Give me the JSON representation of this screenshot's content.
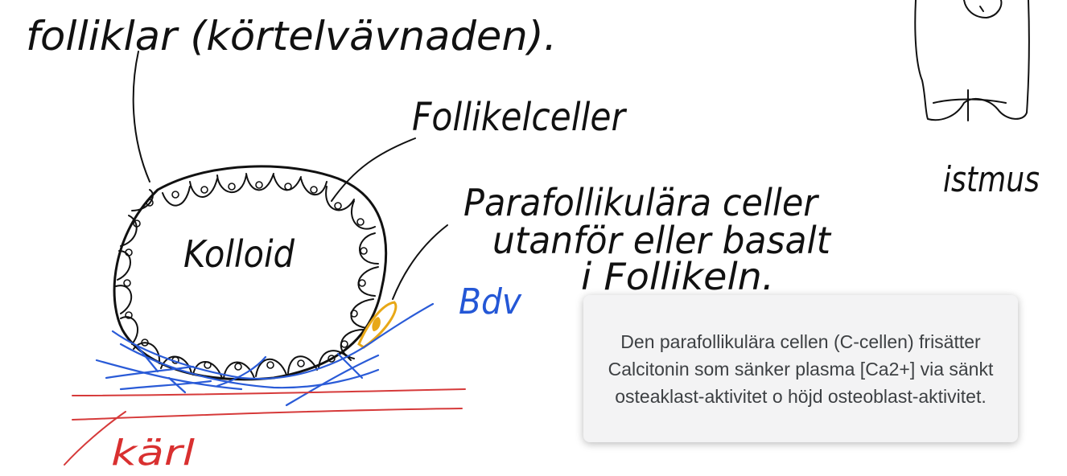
{
  "labels": {
    "folliklar": "folliklar (körtelvävnaden).",
    "follikelceller": "Follikelceller",
    "kolloid": "Kolloid",
    "parafollikular_line1": "Parafollikulära celler",
    "parafollikular_line2": "utanför eller basalt",
    "parafollikular_line3": "i Follikeln.",
    "bdv": "Bdv",
    "karl": "kärl",
    "istmus": "istmus"
  },
  "info": {
    "text": "Den parafollikulära cellen (C-cellen) frisätter Calcitonin som sänker plasma [Ca2+] via sänkt osteaklast-aktivitet o höjd osteoblast-aktivitet."
  },
  "colors": {
    "ink": "#111111",
    "blood_vessel_red": "#d63a3a",
    "blood_vessel_blue": "#2a5bd7",
    "parafollicular_orange": "#e8a817",
    "infobox_bg": "#f3f3f4"
  }
}
